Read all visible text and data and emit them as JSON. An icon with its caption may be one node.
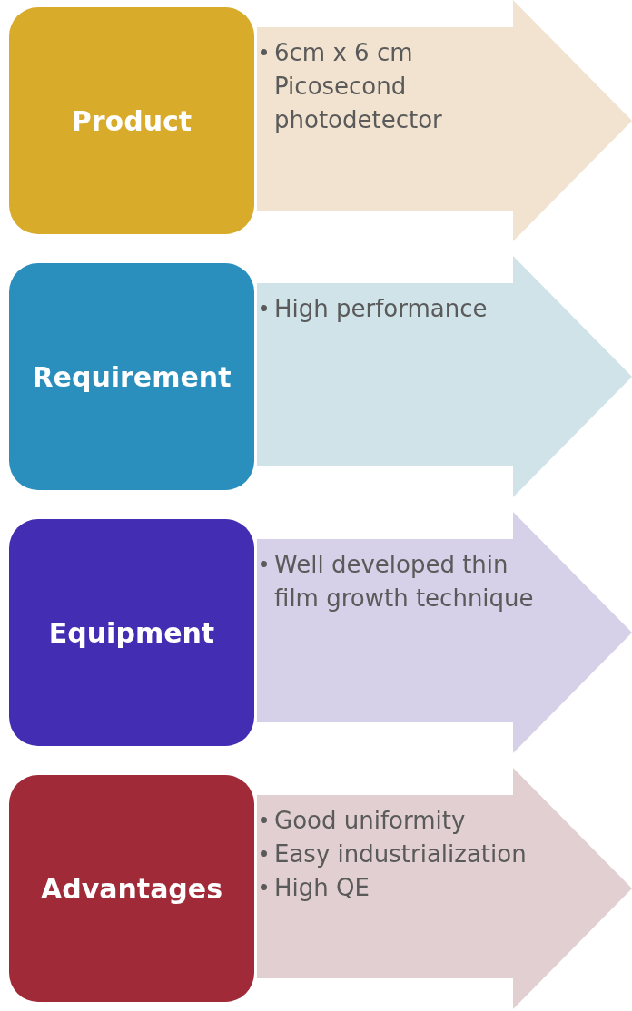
{
  "diagram": {
    "nodes": [
      {
        "text": [
          "Product"
        ]
      },
      {
        "text": [
          "6cm x 6 cm Picosecond photodetector"
        ]
      },
      {
        "text": [
          "Requirement"
        ]
      },
      {
        "text": [
          "High performance"
        ]
      },
      {
        "text": [
          "Equipment"
        ]
      },
      {
        "text": [
          "Well developed thin film growth technique"
        ]
      },
      {
        "text": [
          "Advantages"
        ]
      },
      {
        "text": [
          "Good uniformity",
          "Easy industrialization",
          "High QE"
        ]
      }
    ]
  }
}
